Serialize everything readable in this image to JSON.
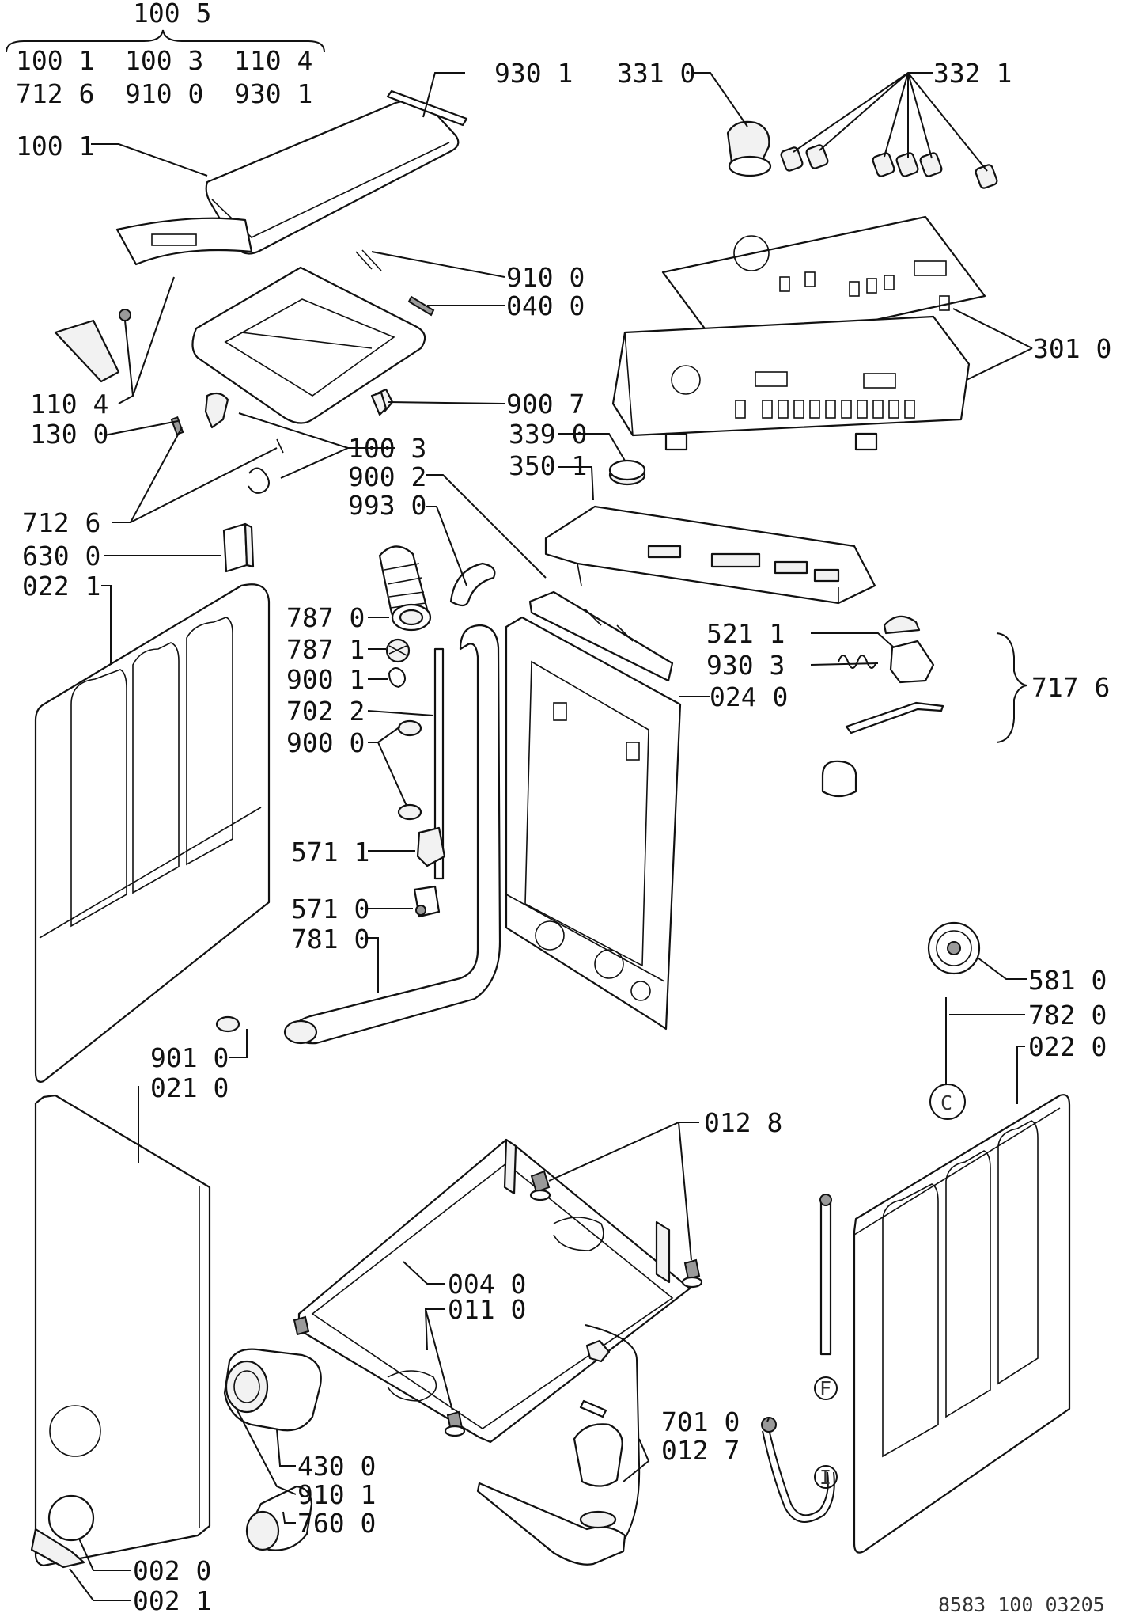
{
  "diagram": {
    "drawing_number": "8583 100 03205",
    "group_label": "100 5",
    "group_items": [
      [
        "100 1",
        "100 3",
        "110 4"
      ],
      [
        "712 6",
        "910 0",
        "930 1"
      ]
    ],
    "bracket_717": "717 6",
    "circle_markers": [
      "C",
      "F",
      "I"
    ],
    "callouts": [
      {
        "id": "c-100-1",
        "text": "100 1"
      },
      {
        "id": "c-930-1",
        "text": "930 1"
      },
      {
        "id": "c-331-0",
        "text": "331 0"
      },
      {
        "id": "c-332-1",
        "text": "332 1"
      },
      {
        "id": "c-910-0",
        "text": "910 0"
      },
      {
        "id": "c-040-0",
        "text": "040 0"
      },
      {
        "id": "c-301-0",
        "text": "301 0"
      },
      {
        "id": "c-110-4",
        "text": "110 4"
      },
      {
        "id": "c-130-0",
        "text": "130 0"
      },
      {
        "id": "c-900-7",
        "text": "900 7"
      },
      {
        "id": "c-339-0",
        "text": "339 0"
      },
      {
        "id": "c-350-1",
        "text": "350 1"
      },
      {
        "id": "c-100-3",
        "text": "100 3"
      },
      {
        "id": "c-900-2",
        "text": "900 2"
      },
      {
        "id": "c-993-0",
        "text": "993 0"
      },
      {
        "id": "c-712-6",
        "text": "712 6"
      },
      {
        "id": "c-630-0",
        "text": "630 0"
      },
      {
        "id": "c-022-1",
        "text": "022 1"
      },
      {
        "id": "c-787-0",
        "text": "787 0"
      },
      {
        "id": "c-787-1",
        "text": "787 1"
      },
      {
        "id": "c-900-1",
        "text": "900 1"
      },
      {
        "id": "c-702-2",
        "text": "702 2"
      },
      {
        "id": "c-900-0",
        "text": "900 0"
      },
      {
        "id": "c-521-1",
        "text": "521 1"
      },
      {
        "id": "c-930-3",
        "text": "930 3"
      },
      {
        "id": "c-024-0",
        "text": "024 0"
      },
      {
        "id": "c-571-1",
        "text": "571 1"
      },
      {
        "id": "c-571-0",
        "text": "571 0"
      },
      {
        "id": "c-781-0",
        "text": "781 0"
      },
      {
        "id": "c-581-0",
        "text": "581 0"
      },
      {
        "id": "c-782-0",
        "text": "782 0"
      },
      {
        "id": "c-022-0",
        "text": "022 0"
      },
      {
        "id": "c-901-0",
        "text": "901 0"
      },
      {
        "id": "c-021-0",
        "text": "021 0"
      },
      {
        "id": "c-012-8",
        "text": "012 8"
      },
      {
        "id": "c-004-0",
        "text": "004 0"
      },
      {
        "id": "c-011-0",
        "text": "011 0"
      },
      {
        "id": "c-701-0",
        "text": "701 0"
      },
      {
        "id": "c-012-7",
        "text": "012 7"
      },
      {
        "id": "c-430-0",
        "text": "430 0"
      },
      {
        "id": "c-910-1",
        "text": "910 1"
      },
      {
        "id": "c-760-0",
        "text": "760 0"
      },
      {
        "id": "c-002-0",
        "text": "002 0"
      },
      {
        "id": "c-002-1",
        "text": "002 1"
      }
    ]
  }
}
